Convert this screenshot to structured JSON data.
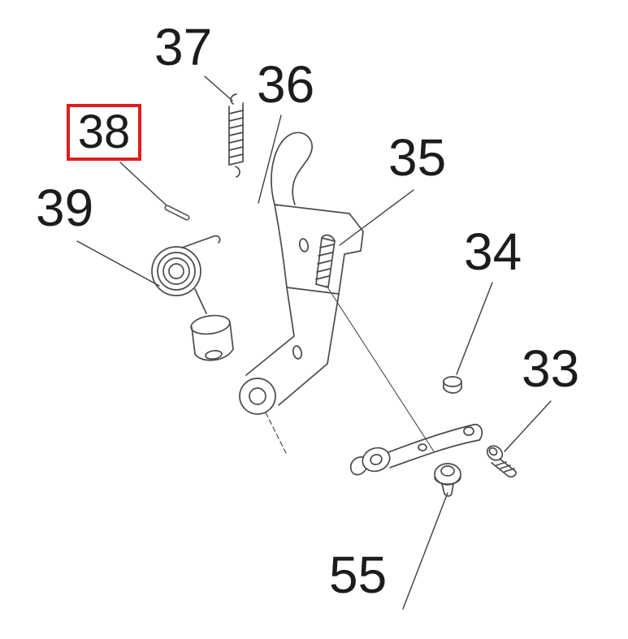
{
  "diagram": {
    "type": "exploded-parts-diagram",
    "parts": [
      {
        "label": "37",
        "highlighted": false
      },
      {
        "label": "36",
        "highlighted": false
      },
      {
        "label": "38",
        "highlighted": true
      },
      {
        "label": "39",
        "highlighted": false
      },
      {
        "label": "35",
        "highlighted": false
      },
      {
        "label": "34",
        "highlighted": false
      },
      {
        "label": "33",
        "highlighted": false
      },
      {
        "label": "55",
        "highlighted": false
      }
    ],
    "highlight": {
      "part": "38",
      "color": "#de1d1d"
    },
    "colors": {
      "line": "#4b4b4b",
      "text": "#1c1c1c",
      "background": "#ffffff"
    }
  }
}
